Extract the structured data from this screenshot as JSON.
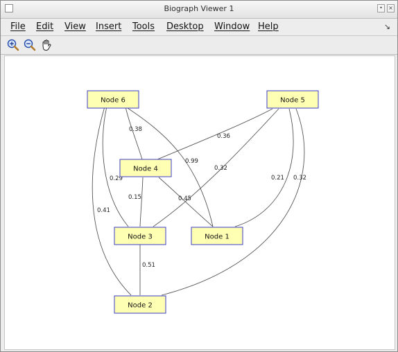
{
  "window": {
    "title": "Biograph Viewer 1",
    "minimize_glyph": "•",
    "close_glyph": "×"
  },
  "menu": [
    {
      "key": "file",
      "label": "File"
    },
    {
      "key": "edit",
      "label": "Edit"
    },
    {
      "key": "view",
      "label": "View"
    },
    {
      "key": "insert",
      "label": "Insert"
    },
    {
      "key": "tools",
      "label": "Tools"
    },
    {
      "key": "desktop",
      "label": "Desktop"
    },
    {
      "key": "window",
      "label": "Window"
    },
    {
      "key": "help",
      "label": "Help"
    }
  ],
  "menu_dock_glyph": "↘",
  "toolbar": {
    "icons": [
      "zoom-in-icon",
      "zoom-out-icon",
      "pan-hand-icon"
    ]
  },
  "graph": {
    "colors": {
      "node_fill": "#ffffb4",
      "node_border": "#3b3bc8",
      "edge": "#555555"
    },
    "nodes": [
      {
        "id": "node-6",
        "label": "Node 6"
      },
      {
        "id": "node-5",
        "label": "Node 5"
      },
      {
        "id": "node-4",
        "label": "Node 4"
      },
      {
        "id": "node-3",
        "label": "Node 3"
      },
      {
        "id": "node-1",
        "label": "Node 1"
      },
      {
        "id": "node-2",
        "label": "Node 2"
      }
    ],
    "edges": [
      {
        "id": "e6-4",
        "from": "Node 6",
        "to": "Node 4",
        "weight": "0.38"
      },
      {
        "id": "e6-1",
        "from": "Node 6",
        "to": "Node 1",
        "weight": "0.99"
      },
      {
        "id": "e6-3",
        "from": "Node 6",
        "to": "Node 3",
        "weight": "0.29"
      },
      {
        "id": "e6-2",
        "from": "Node 6",
        "to": "Node 2",
        "weight": "0.41"
      },
      {
        "id": "e5-4",
        "from": "Node 5",
        "to": "Node 4",
        "weight": "0.36"
      },
      {
        "id": "e5-3",
        "from": "Node 5",
        "to": "Node 3",
        "weight": "0.32"
      },
      {
        "id": "e5-1",
        "from": "Node 5",
        "to": "Node 1",
        "weight": "0.21"
      },
      {
        "id": "e5-2",
        "from": "Node 5",
        "to": "Node 2",
        "weight": "0.32"
      },
      {
        "id": "e4-3",
        "from": "Node 4",
        "to": "Node 3",
        "weight": "0.15"
      },
      {
        "id": "e4-1",
        "from": "Node 4",
        "to": "Node 1",
        "weight": "0.45"
      },
      {
        "id": "e3-2",
        "from": "Node 3",
        "to": "Node 2",
        "weight": "0.51"
      }
    ]
  }
}
